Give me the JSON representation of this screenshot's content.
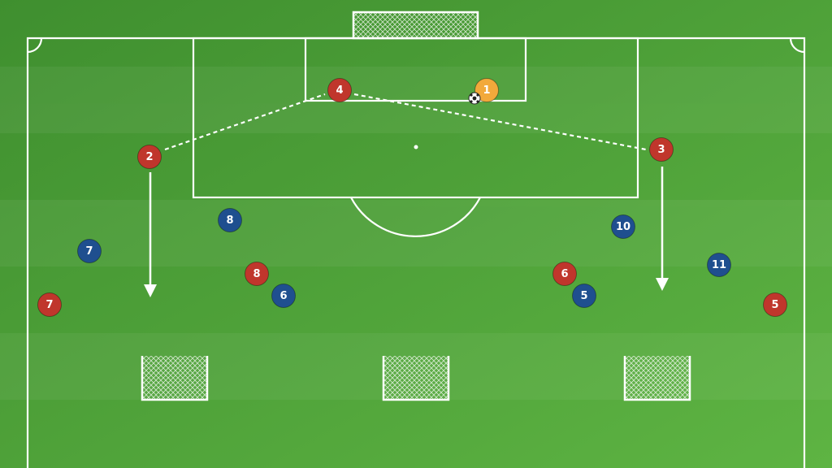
{
  "colors": {
    "grass_dark": "#3f8f2f",
    "grass_light": "#5eb443",
    "line": "#ffffff",
    "team_red": "#c0362c",
    "team_blue": "#1f4f8f",
    "goalkeeper": "#f2a93b"
  },
  "players": [
    {
      "id": "red-4",
      "team": "red",
      "number": "4"
    },
    {
      "id": "gk-1",
      "team": "goalkeeper",
      "number": "1"
    },
    {
      "id": "red-2",
      "team": "red",
      "number": "2"
    },
    {
      "id": "red-3",
      "team": "red",
      "number": "3"
    },
    {
      "id": "blue-8",
      "team": "blue",
      "number": "8"
    },
    {
      "id": "blue-10",
      "team": "blue",
      "number": "10"
    },
    {
      "id": "blue-7",
      "team": "blue",
      "number": "7"
    },
    {
      "id": "red-8",
      "team": "red",
      "number": "8"
    },
    {
      "id": "red-6",
      "team": "red",
      "number": "6"
    },
    {
      "id": "blue-11",
      "team": "blue",
      "number": "11"
    },
    {
      "id": "red-7",
      "team": "red",
      "number": "7"
    },
    {
      "id": "blue-6",
      "team": "blue",
      "number": "6"
    },
    {
      "id": "blue-5",
      "team": "blue",
      "number": "5"
    },
    {
      "id": "red-5",
      "team": "red",
      "number": "5"
    }
  ],
  "ball": {
    "icon": "soccer-ball-icon"
  },
  "mini_goals": 3
}
